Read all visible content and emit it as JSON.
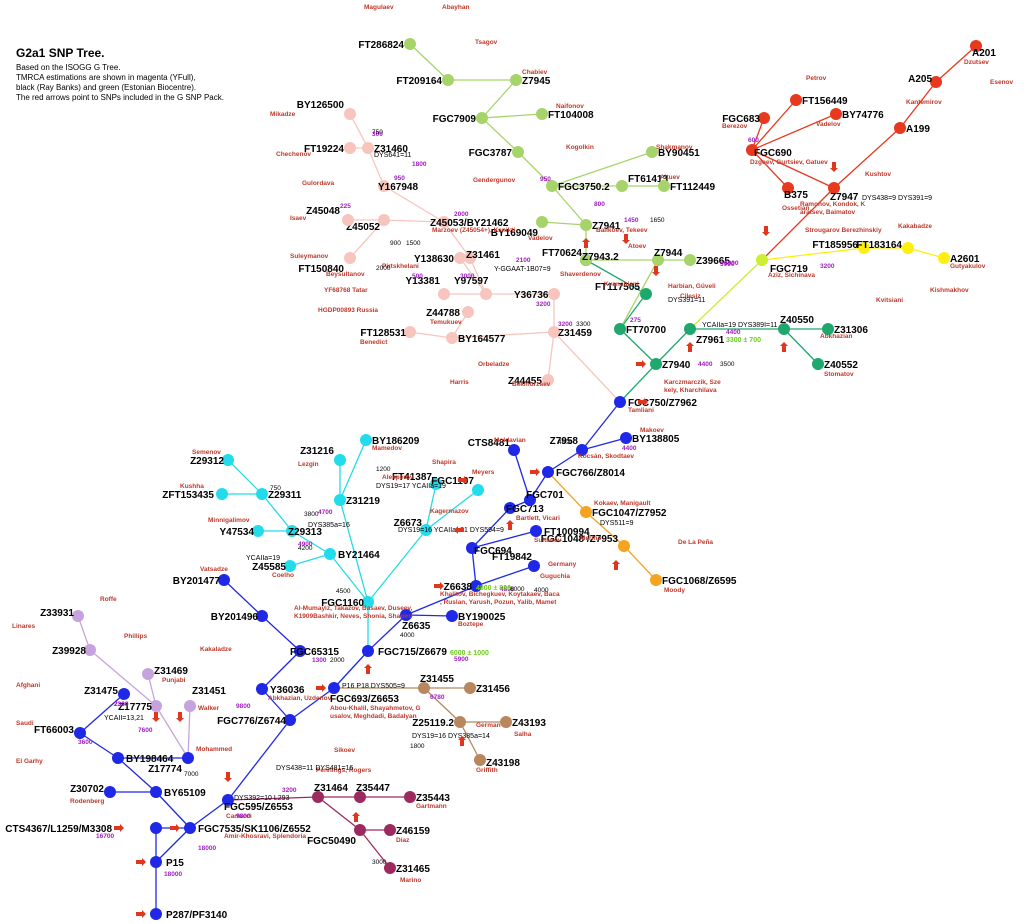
{
  "header": {
    "title": "G2a1 SNP Tree.",
    "lines": [
      "Based on the ISOGG G Tree.",
      "TMRCA estimations are shown in magenta (YFull),",
      "black (Ray Banks) and green (Estonian Biocentre).",
      "The red arrows point to SNPs included in the G SNP Pack."
    ]
  },
  "colors": {
    "black": "#1a1a1a",
    "blue": "#1f28e6",
    "cyan": "#22dceb",
    "lilac": "#c7a3dd",
    "brown": "#b8875e",
    "maroon": "#9c2a5e",
    "orange": "#f4a41f",
    "yellowgreen": "#ccee33",
    "yellow": "#ffee11",
    "green": "#1ea86e",
    "lightgreen": "#a6d46a",
    "pink": "#f7c5bd",
    "red": "#e8381d",
    "arrow": "#e0361c"
  },
  "snps": [
    {
      "id": "P287/PF3140",
      "c": "blue"
    },
    {
      "id": "P15",
      "c": "blue"
    },
    {
      "id": "CTS4367/L1259/M3308",
      "c": "blue"
    },
    {
      "id": "FGC7535/SK1106/Z6552",
      "c": "blue"
    },
    {
      "id": "FGC595/Z6553",
      "c": "blue"
    },
    {
      "id": "Z30702",
      "c": "blue"
    },
    {
      "id": "BY65109",
      "c": "blue"
    },
    {
      "id": "BY198464",
      "c": "blue"
    },
    {
      "id": "Z17774",
      "c": "blue"
    },
    {
      "id": "FT66003",
      "c": "blue"
    },
    {
      "id": "Z31475",
      "c": "blue"
    },
    {
      "id": "FGC776/Z6744",
      "c": "blue"
    },
    {
      "id": "Y36036",
      "c": "blue"
    },
    {
      "id": "FGC65315",
      "c": "blue"
    },
    {
      "id": "BY201496",
      "c": "blue"
    },
    {
      "id": "BY201477",
      "c": "blue"
    },
    {
      "id": "FGC693/Z6653",
      "c": "blue"
    },
    {
      "id": "FGC715/Z6679",
      "c": "blue"
    },
    {
      "id": "Z6635",
      "c": "blue"
    },
    {
      "id": "BY190025",
      "c": "blue"
    },
    {
      "id": "Z6638",
      "c": "blue"
    },
    {
      "id": "FT19842",
      "c": "blue"
    },
    {
      "id": "FGC694",
      "c": "blue"
    },
    {
      "id": "FT100994",
      "c": "blue"
    },
    {
      "id": "FGC713",
      "c": "blue"
    },
    {
      "id": "FGC701",
      "c": "blue"
    },
    {
      "id": "CTS8481",
      "c": "blue"
    },
    {
      "id": "FGC766/Z8014",
      "c": "blue"
    },
    {
      "id": "Z7958",
      "c": "blue"
    },
    {
      "id": "BY138805",
      "c": "blue"
    },
    {
      "id": "FGC750/Z7962",
      "c": "blue"
    },
    {
      "id": "FGC1160",
      "c": "cyan"
    },
    {
      "id": "BY21464",
      "c": "cyan"
    },
    {
      "id": "Z45585",
      "c": "cyan"
    },
    {
      "id": "Z29313",
      "c": "cyan"
    },
    {
      "id": "Y47534",
      "c": "cyan"
    },
    {
      "id": "Z29311",
      "c": "cyan"
    },
    {
      "id": "ZFT153435",
      "c": "cyan"
    },
    {
      "id": "Z29312",
      "c": "cyan"
    },
    {
      "id": "Z31219",
      "c": "cyan"
    },
    {
      "id": "Z31216",
      "c": "cyan"
    },
    {
      "id": "BY186209",
      "c": "cyan"
    },
    {
      "id": "Z6673",
      "c": "cyan"
    },
    {
      "id": "FT41387",
      "c": "cyan"
    },
    {
      "id": "FGC1107",
      "c": "cyan"
    },
    {
      "id": "Z31469",
      "c": "lilac"
    },
    {
      "id": "Z17775",
      "c": "lilac"
    },
    {
      "id": "Z39928",
      "c": "lilac"
    },
    {
      "id": "Z33931",
      "c": "lilac"
    },
    {
      "id": "Z31451",
      "c": "lilac"
    },
    {
      "id": "Z31455",
      "c": "brown"
    },
    {
      "id": "Z31456",
      "c": "brown"
    },
    {
      "id": "Z25119.2",
      "c": "brown"
    },
    {
      "id": "Z43193",
      "c": "brown"
    },
    {
      "id": "Z43198",
      "c": "brown"
    },
    {
      "id": "Z31464",
      "c": "maroon"
    },
    {
      "id": "Z35447",
      "c": "maroon"
    },
    {
      "id": "Z35443",
      "c": "maroon"
    },
    {
      "id": "FGC50490",
      "c": "maroon"
    },
    {
      "id": "Z46159",
      "c": "maroon"
    },
    {
      "id": "Z31465",
      "c": "maroon"
    },
    {
      "id": "FGC1047/Z7952",
      "c": "orange"
    },
    {
      "id": "FGC1048 /Z7953",
      "c": "orange"
    },
    {
      "id": "FGC1068/Z6595",
      "c": "orange"
    },
    {
      "id": "Z7940",
      "c": "green"
    },
    {
      "id": "Z7961",
      "c": "green"
    },
    {
      "id": "Z40550",
      "c": "green"
    },
    {
      "id": "Z31306",
      "c": "green"
    },
    {
      "id": "Z40552",
      "c": "green"
    },
    {
      "id": "FT70700",
      "c": "green"
    },
    {
      "id": "FT117505",
      "c": "green"
    },
    {
      "id": "FT70624",
      "c": "green"
    },
    {
      "id": "Z7944",
      "c": "lightgreen"
    },
    {
      "id": "Z39665",
      "c": "lightgreen"
    },
    {
      "id": "Z7943.2",
      "c": "lightgreen"
    },
    {
      "id": "Z7941",
      "c": "lightgreen"
    },
    {
      "id": "BY169049",
      "c": "lightgreen"
    },
    {
      "id": "FGC3750.2",
      "c": "lightgreen"
    },
    {
      "id": "FT61413",
      "c": "lightgreen"
    },
    {
      "id": "FT112449",
      "c": "lightgreen"
    },
    {
      "id": "BY90451",
      "c": "lightgreen"
    },
    {
      "id": "FGC3787",
      "c": "lightgreen"
    },
    {
      "id": "FGC7909",
      "c": "lightgreen"
    },
    {
      "id": "FT104008",
      "c": "lightgreen"
    },
    {
      "id": "Z7945",
      "c": "lightgreen"
    },
    {
      "id": "FT209164",
      "c": "lightgreen"
    },
    {
      "id": "FT286824",
      "c": "lightgreen"
    },
    {
      "id": "FGC719",
      "c": "yellowgreen"
    },
    {
      "id": "FT185956",
      "c": "yellow"
    },
    {
      "id": "FT183164",
      "c": "yellow"
    },
    {
      "id": "A2601",
      "c": "yellow"
    },
    {
      "id": "Z7947",
      "c": "red"
    },
    {
      "id": "FGC690",
      "c": "red"
    },
    {
      "id": "FGC683",
      "c": "red"
    },
    {
      "id": "B375",
      "c": "red"
    },
    {
      "id": "FT156449",
      "c": "red"
    },
    {
      "id": "BY74776",
      "c": "red"
    },
    {
      "id": "A199",
      "c": "red"
    },
    {
      "id": "A205",
      "c": "red"
    },
    {
      "id": "A201",
      "c": "red"
    },
    {
      "id": "Z31459",
      "c": "pink"
    },
    {
      "id": "BY164577",
      "c": "pink"
    },
    {
      "id": "FT128531",
      "c": "pink"
    },
    {
      "id": "Z44788",
      "c": "pink"
    },
    {
      "id": "Z44455",
      "c": "pink"
    },
    {
      "id": "Y36736",
      "c": "pink"
    },
    {
      "id": "Y97597",
      "c": "pink"
    },
    {
      "id": "Y13381",
      "c": "pink"
    },
    {
      "id": "Y138630",
      "c": "pink"
    },
    {
      "id": "Z31461",
      "c": "pink"
    },
    {
      "id": "Z45053/BY21462",
      "c": "pink"
    },
    {
      "id": "Z45052",
      "c": "pink"
    },
    {
      "id": "FT150840",
      "c": "pink"
    },
    {
      "id": "Z45048",
      "c": "pink"
    },
    {
      "id": "Y167948",
      "c": "pink"
    },
    {
      "id": "Z31460",
      "c": "pink"
    },
    {
      "id": "FT19224",
      "c": "pink"
    },
    {
      "id": "BY126500",
      "c": "pink"
    }
  ],
  "populations": [
    "Magulaev",
    "Abayhan",
    "Tsagov",
    "Chabiev",
    "Naifonov",
    "Kogolkin",
    "Shakmanov",
    "Altuev",
    "Balikoev, Tekeev",
    "Vadelov",
    "Atoev",
    "Harbian, Güveli",
    "Cilesiz",
    "Shaverdenov",
    "Kvanchiani",
    "Mikadze",
    "Chechenov",
    "Gulordava",
    "Gendergunov",
    "Isaev",
    "Suleymanov",
    "Marzoev (Z45054+), Kanikti",
    "Beysultanov",
    "Pirtskhelani",
    "YF68768 Tatar",
    "HGDP00893 Russia",
    "Temukuev",
    "Benedict",
    "Orbeladze",
    "Harris",
    "Bekmurzaev",
    "Berezov",
    "Petrov",
    "Vadelov",
    "Dzgoev, Gurtsiev, Gatuev",
    "Ossetian",
    "Kushtov",
    "Ramonov, Kondok, Karatsev, Baimatov",
    "Kantemirov",
    "Dzutsev",
    "Esenov",
    "Strougarov Berezhinskiy",
    "Aziz, Sichinava",
    "Kakabadze",
    "Gutyakulov",
    "Kvitsiani",
    "Kishmakhov",
    "Abkhazian",
    "Stomatov",
    "Karczmarczik, Szekely, Kharchilava",
    "Tamliani",
    "Makoev",
    "Kocsán, Skodtaev",
    "Moldavian",
    "Kokaev, Manigault",
    "Bartlett, Vicari",
    "Merino",
    "De La Peña",
    "Moody",
    "Sultanov",
    "Germany",
    "Guguchia",
    "Khalitov, Bichegkuev, Koytakaev, Baca, Ruslan, Yarush, Pozun, Yalib, Mamet",
    "Boztepe",
    "Semenov",
    "Kushha",
    "Minnigalimov",
    "Vatsadze",
    "Coelho",
    "Lezgin",
    "Mamedov",
    "Alekperov",
    "Shapira",
    "Meyers",
    "Kagermazov",
    "Al-Mumayiz, Takazov, Basaev, Duseev, K1909Bashkir, Neves, Shonia, Shapiro",
    "Roffe",
    "Linares",
    "Phillips",
    "Punjabi",
    "Walker",
    "Mohammed",
    "Afghani",
    "Saudi",
    "El Garhy",
    "Rodenberg",
    "Kakaladze",
    "Abkhazian, Uzdenov",
    "Abou-Khalil, Shayahmetov, Gusalov, Meghdadi, Badalyan",
    "Sikoev",
    "Pennings, Rogers",
    "Carlucci",
    "Amir-Khosravi, Splendoria",
    "German",
    "Salha",
    "Griffith",
    "Gartmann",
    "Diaz",
    "Marino"
  ],
  "tmrca": {
    "magenta": [
      "300",
      "950",
      "1450",
      "800",
      "950",
      "2100",
      "500",
      "3000",
      "3200",
      "3200",
      "4400",
      "4400",
      "4700",
      "4900",
      "9800",
      "3200",
      "1300",
      "5900",
      "7600",
      "2300",
      "16700",
      "18000",
      "18000",
      "3600",
      "6780",
      "4800",
      "3900",
      "275",
      "1800",
      "225",
      "2000",
      "3900",
      "600",
      "9800",
      "4400",
      "3200",
      "2300"
    ],
    "black": [
      "1650",
      "3300",
      "3500",
      "4500",
      "2000",
      "3800",
      "4200",
      "4500",
      "4000",
      "2000",
      "7000",
      "3000",
      "6000",
      "1800",
      "900",
      "1500",
      "1200",
      "750",
      "4000",
      "750"
    ],
    "green": [
      "3300 ± 700",
      "4800 ± 800",
      "6000 ± 1000"
    ]
  },
  "str_notes": [
    "DYS641=11",
    "YCAIIa=19 DYS389I=11",
    "DYS438=9 DYS391=9",
    "Y-GGAAT-1B07=9",
    "DYS391=11",
    "DYS385a=16",
    "YCAIIa=19",
    "DYS19=17 YCAIIa=19",
    "DYS19=16 YCAIIa=21 DYS594=9",
    "DYS511=9",
    "P16 P18 DYS505=9",
    "YCAII=13,21",
    "DYS19=16 DYS385a=14",
    "DYS438=11 DYS481=16",
    "DYS392=10 L293"
  ]
}
